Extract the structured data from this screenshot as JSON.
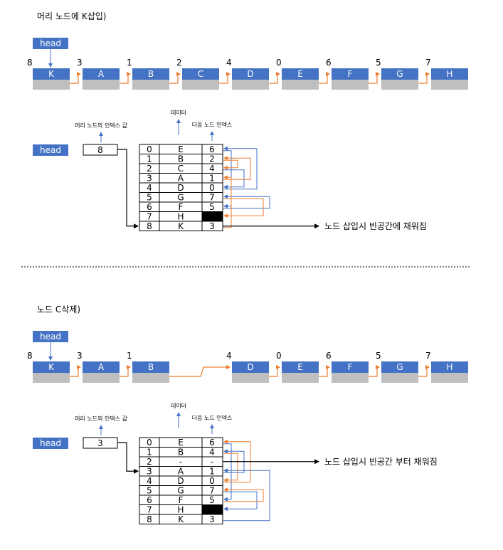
{
  "colors": {
    "node_fill": "#4472c4",
    "node_shadow": "#bfbfbf",
    "next_pointer": "#ed7d31",
    "head_pointer": "#4472c4",
    "terminator_cell": "#000000"
  },
  "sections": [
    {
      "title": "머리 노드에 K삽입)",
      "head_label": "head",
      "list": [
        {
          "index": "8",
          "data": "K"
        },
        {
          "index": "3",
          "data": "A"
        },
        {
          "index": "1",
          "data": "B"
        },
        {
          "index": "2",
          "data": "C"
        },
        {
          "index": "4",
          "data": "D"
        },
        {
          "index": "0",
          "data": "E"
        },
        {
          "index": "6",
          "data": "F"
        },
        {
          "index": "5",
          "data": "G"
        },
        {
          "index": "7",
          "data": "H"
        }
      ],
      "gap_after": -1,
      "data_label": "데이터",
      "next_label": "다음 노드 인덱스",
      "head_index_label": "머리 노드의 인덱스 값",
      "head_value": "8",
      "table": [
        {
          "idx": "0",
          "data": "E",
          "next": "6"
        },
        {
          "idx": "1",
          "data": "B",
          "next": "2"
        },
        {
          "idx": "2",
          "data": "C",
          "next": "4"
        },
        {
          "idx": "3",
          "data": "A",
          "next": "1"
        },
        {
          "idx": "4",
          "data": "D",
          "next": "0"
        },
        {
          "idx": "5",
          "data": "G",
          "next": "7"
        },
        {
          "idx": "6",
          "data": "F",
          "next": "5"
        },
        {
          "idx": "7",
          "data": "H",
          "next": "-1"
        },
        {
          "idx": "8",
          "data": "K",
          "next": "3"
        }
      ],
      "note": "노드 삽입시 빈공간에 채워짐",
      "note_row": 8
    },
    {
      "title": "노드 C삭제)",
      "head_label": "head",
      "list": [
        {
          "index": "8",
          "data": "K"
        },
        {
          "index": "3",
          "data": "A"
        },
        {
          "index": "1",
          "data": "B"
        },
        {
          "index": "4",
          "data": "D"
        },
        {
          "index": "0",
          "data": "E"
        },
        {
          "index": "6",
          "data": "F"
        },
        {
          "index": "5",
          "data": "G"
        },
        {
          "index": "7",
          "data": "H"
        }
      ],
      "gap_after": 2,
      "data_label": "데이터",
      "next_label": "다음 노드 인덱스",
      "head_index_label": "머리 노드의 인덱스 값",
      "head_value": "3",
      "table": [
        {
          "idx": "0",
          "data": "E",
          "next": "6"
        },
        {
          "idx": "1",
          "data": "B",
          "next": "4"
        },
        {
          "idx": "2",
          "data": "-",
          "next": "-"
        },
        {
          "idx": "3",
          "data": "A",
          "next": "1"
        },
        {
          "idx": "4",
          "data": "D",
          "next": "0"
        },
        {
          "idx": "5",
          "data": "G",
          "next": "7"
        },
        {
          "idx": "6",
          "data": "F",
          "next": "5"
        },
        {
          "idx": "7",
          "data": "H",
          "next": "-1"
        },
        {
          "idx": "8",
          "data": "K",
          "next": "3"
        }
      ],
      "note": "노드 삽입시 빈공간 부터 채워짐",
      "note_row": 2
    }
  ]
}
